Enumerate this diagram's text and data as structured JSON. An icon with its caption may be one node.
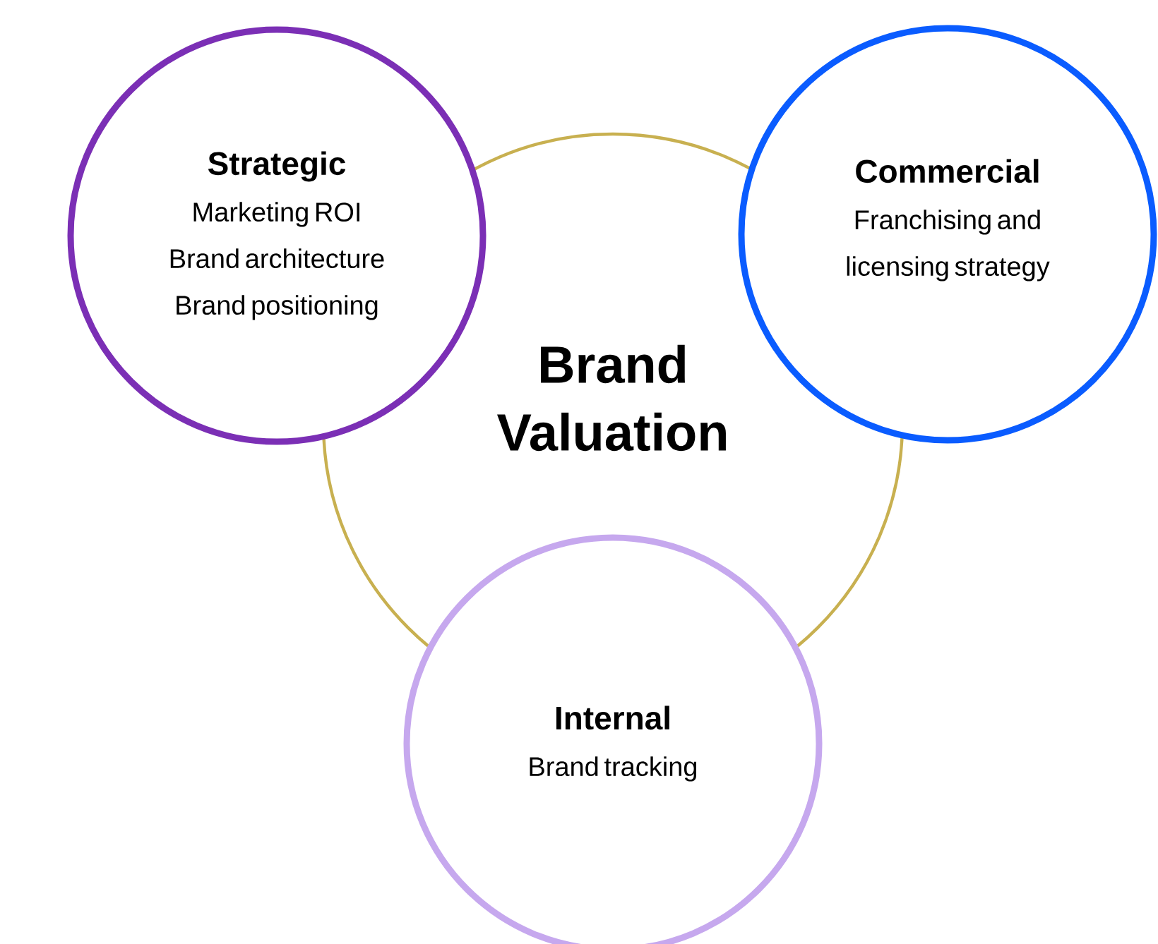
{
  "diagram": {
    "nodes": [
      {
        "text": [
          "Brand Valuation"
        ]
      },
      {
        "text": [
          "Strategic",
          "Marketing ROI",
          "Brand architecture",
          "Brand positioning"
        ]
      },
      {
        "text": [
          "Commercial",
          "Franchising and licensing strategy"
        ]
      },
      {
        "text": [
          "Internal",
          "Brand tracking"
        ]
      }
    ]
  }
}
